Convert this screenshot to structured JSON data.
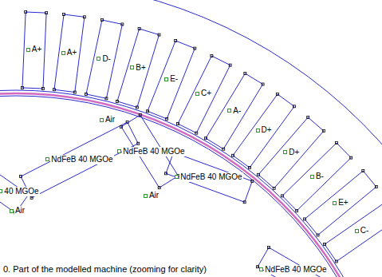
{
  "diagram": {
    "caption": "0. Part of the modelled machine (zooming for clarity)",
    "nodes": [
      {
        "text": [
          "A+"
        ]
      },
      {
        "text": [
          "A+"
        ]
      },
      {
        "text": [
          "D-"
        ]
      },
      {
        "text": [
          "B+"
        ]
      },
      {
        "text": [
          "E-"
        ]
      },
      {
        "text": [
          "C+"
        ]
      },
      {
        "text": [
          "A-"
        ]
      },
      {
        "text": [
          "D+"
        ]
      },
      {
        "text": [
          "D+"
        ]
      },
      {
        "text": [
          "B-"
        ]
      },
      {
        "text": [
          "E+"
        ]
      },
      {
        "text": [
          "C-"
        ]
      },
      {
        "text": [
          "40 MGOe"
        ]
      },
      {
        "text": [
          "NdFeB 40 MGOe"
        ]
      },
      {
        "text": [
          "NdFeB 40 MGOe"
        ]
      },
      {
        "text": [
          "NdFeB 40 MGOe"
        ]
      },
      {
        "text": [
          "NdFeB 40 MGOe"
        ]
      }
    ],
    "labels": [
      "Air",
      "Air",
      "Air"
    ]
  }
}
